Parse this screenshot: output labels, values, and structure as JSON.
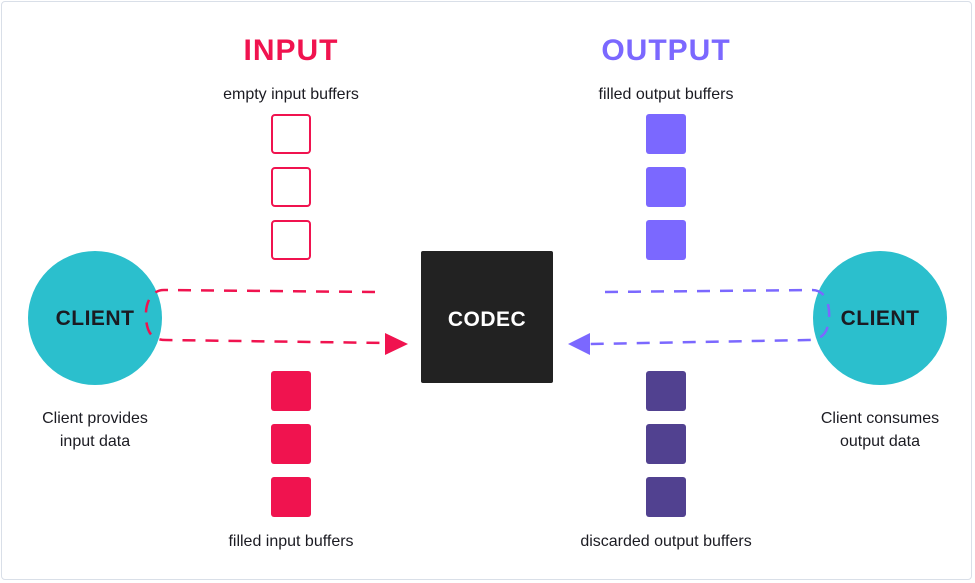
{
  "input": {
    "heading": "INPUT",
    "empty_caption": "empty input buffers",
    "filled_caption": "filled input buffers"
  },
  "output": {
    "heading": "OUTPUT",
    "filled_caption": "filled output buffers",
    "discarded_caption": "discarded output buffers"
  },
  "codec": {
    "label": "CODEC"
  },
  "client_left": {
    "label": "CLIENT",
    "description": "Client provides input data"
  },
  "client_right": {
    "label": "CLIENT",
    "description": "Client consumes output data"
  },
  "colors": {
    "input_accent": "#f0134f",
    "output_accent": "#7b68ff",
    "output_dark": "#514190",
    "client": "#2bbfcd",
    "codec": "#222222"
  }
}
